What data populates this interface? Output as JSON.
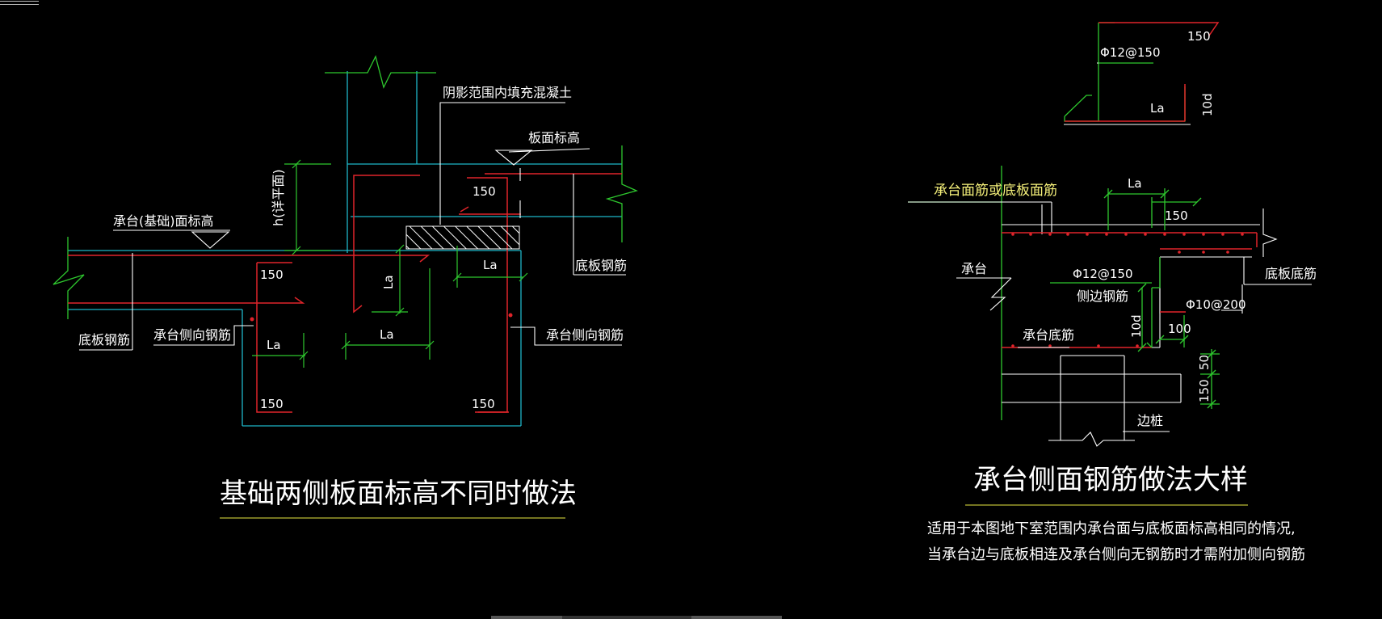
{
  "colors": {
    "background": "#000000",
    "cyan": "#1eb6c8",
    "red": "#e0242a",
    "green": "#2ec82e",
    "white": "#ffffff",
    "yellow": "#f5f07a",
    "title_underline": "#9a9a2a"
  },
  "left": {
    "fill_note": "阴影范围内填充混凝土",
    "slab_top_elev": "板面标高",
    "pile_cap_top_elev": "承台(基础)面标高",
    "h_label": "h(详平面)",
    "bottom_rebar_left": "底板钢筋",
    "bottom_rebar_right": "底板钢筋",
    "side_rebar_left": "承台侧向钢筋",
    "side_rebar_right": "承台侧向钢筋",
    "dim_150_top_left": "150",
    "dim_150_top_right": "150",
    "dim_150_bottom_left": "150",
    "dim_150_bottom_right": "150",
    "la_vertical": "La",
    "la_center": "La",
    "la_left": "La",
    "la_right": "La",
    "title": "基础两侧板面标高不同时做法"
  },
  "right": {
    "top_detail": {
      "rebar": "Φ12@150",
      "dim_150": "150",
      "la": "La",
      "dim_10d": "10d"
    },
    "cap_top_rebar": "承台面筋或底板面筋",
    "la_top": "La",
    "dim_150": "150",
    "cap": "承台",
    "rebar_spec": "Φ12@150",
    "side_rebar": "侧边钢筋",
    "slab_bottom_rebar": "底板底筋",
    "stirrup": "Φ10@200",
    "cap_bottom_rebar": "承台底筋",
    "dim_10d": "10d",
    "dim_100": "100",
    "dim_50": "50",
    "dim_150_bottom": "150",
    "edge_pile": "边桩",
    "title": "承台侧面钢筋做法大样",
    "note_line1": "适用于本图地下室范围内承台面与底板面标高相同的情况,",
    "note_line2": "当承台边与底板相连及承台侧向无钢筋时才需附加侧向钢筋"
  }
}
